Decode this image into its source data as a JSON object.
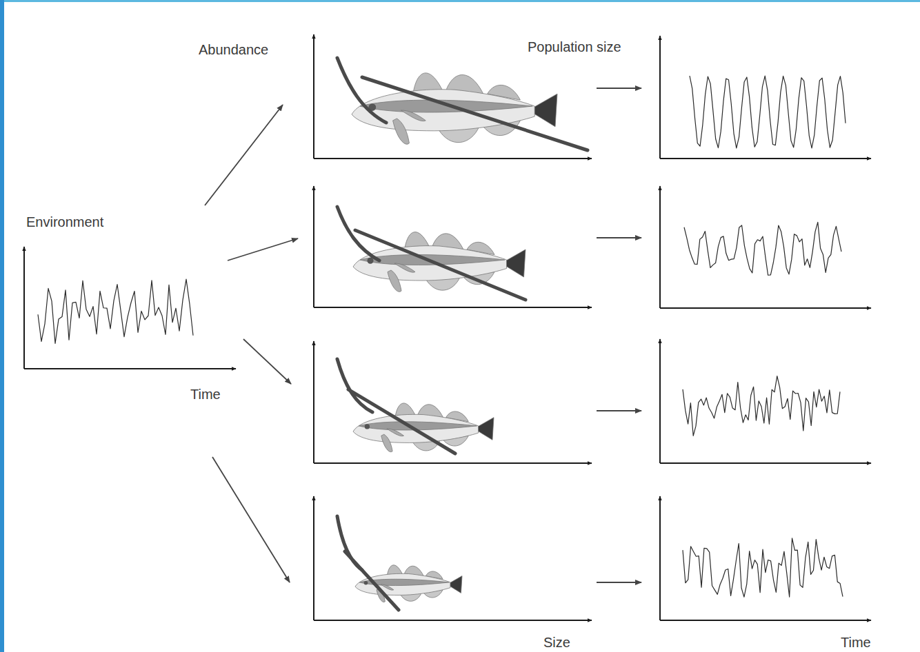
{
  "diagram": {
    "labels": [
      "Environment",
      "Time",
      "Abundance",
      "Population size",
      "Size",
      "Time"
    ]
  }
}
